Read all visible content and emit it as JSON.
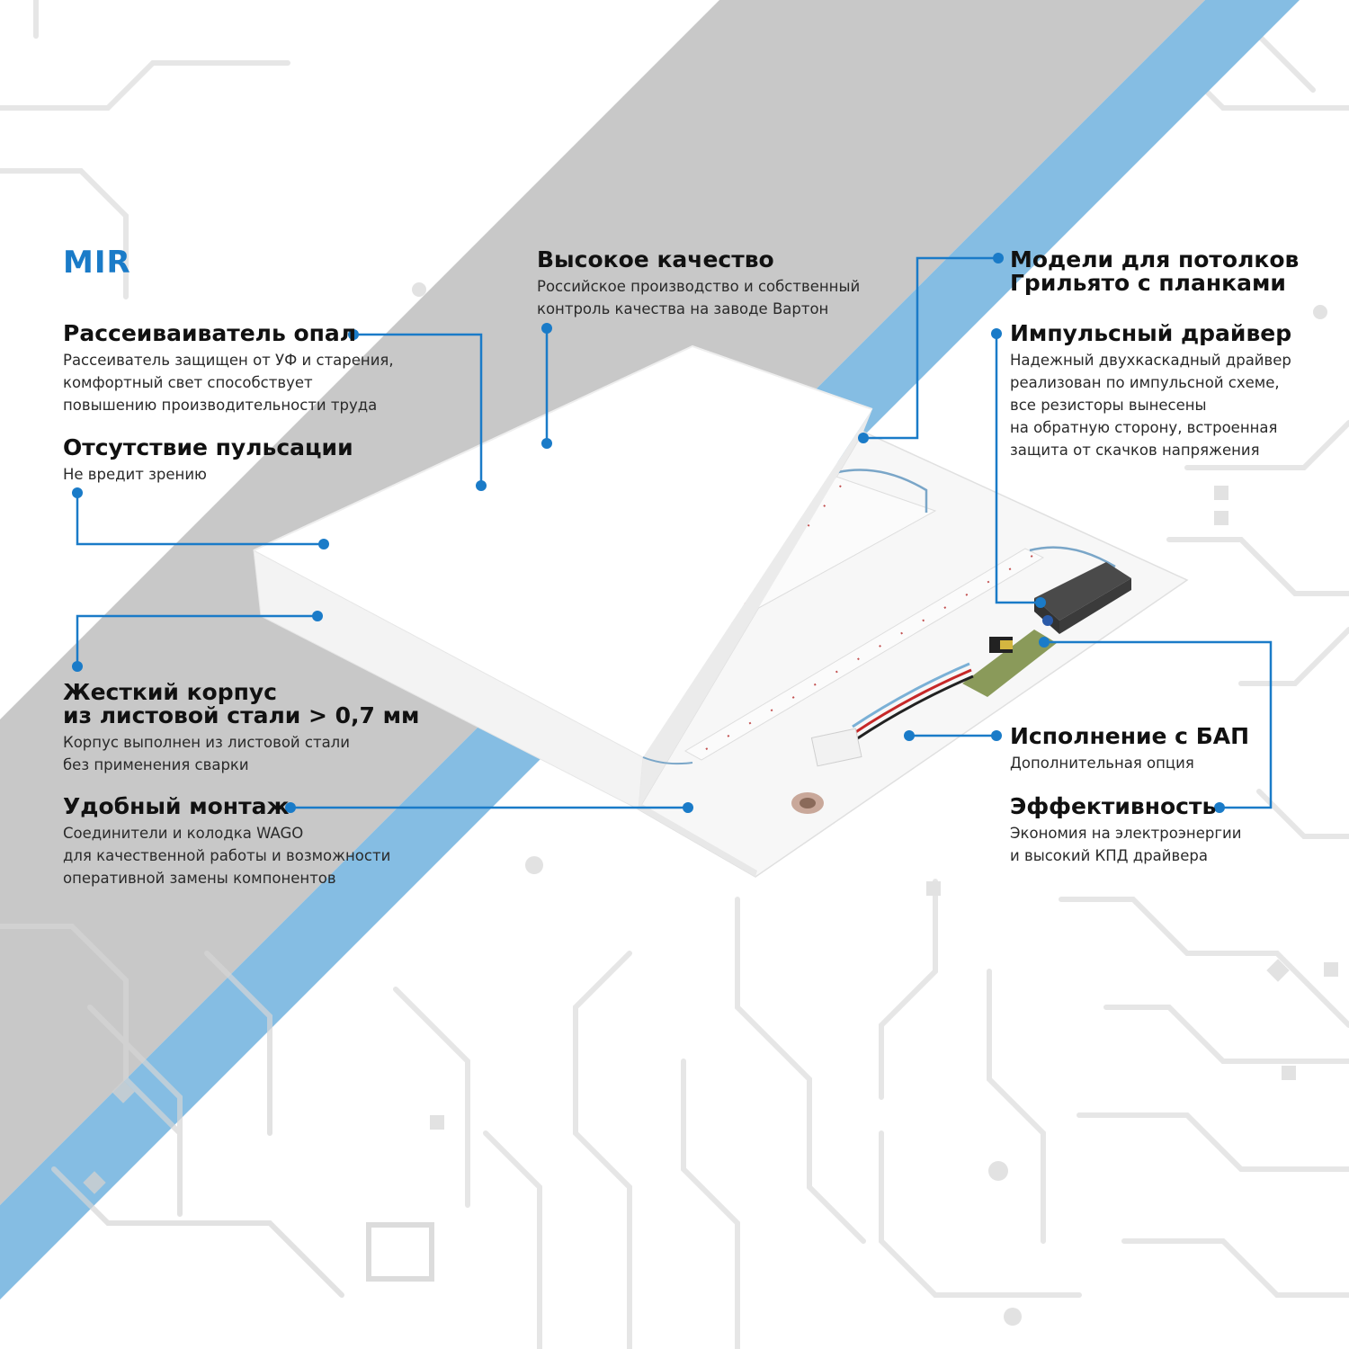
{
  "brand": "MIR",
  "features": {
    "quality": {
      "title": "Высокое качество",
      "lines": [
        "Российское производство и собственный",
        "контроль качества на заводе Вартон"
      ]
    },
    "diffuser": {
      "title": "Рассеиваиватель опал",
      "lines": [
        "Рассеиватель защищен от УФ и старения,",
        "комфортный свет способствует",
        "повышению производительности труда"
      ]
    },
    "no_flicker": {
      "title": "Отсутствие пульсации",
      "lines": [
        "Не вредит зрению"
      ]
    },
    "housing": {
      "title_lines": [
        "Жесткий корпус",
        "из листовой стали > 0,7 мм"
      ],
      "lines": [
        "Корпус выполнен из листовой стали",
        "без применения сварки"
      ]
    },
    "mounting": {
      "title": "Удобный монтаж",
      "lines": [
        "Соединители и колодка WAGO",
        "для качественной работы и возможности",
        "оперативной замены компонентов"
      ]
    },
    "grilyato": {
      "title_lines": [
        "Модели для потолков",
        "Грильято с планками"
      ]
    },
    "driver": {
      "title": "Импульсный драйвер",
      "lines": [
        "Надежный двухкаскадный драйвер",
        "реализован по импульсной схеме,",
        "все резисторы вынесены",
        "на обратную сторону, встроенная",
        "защита от скачков напряжения"
      ]
    },
    "emergency": {
      "title": "Исполнение с БАП",
      "lines": [
        "Дополнительная опция"
      ]
    },
    "efficiency": {
      "title": "Эффективность",
      "lines": [
        "Экономия на электроэнергии",
        "и высокий КПД драйвера"
      ]
    }
  },
  "colors": {
    "accent": "#1a7bc8",
    "grey_band": "#c8c8c8",
    "blue_band": "#85bde3",
    "circuit": "#e4e4e4"
  }
}
